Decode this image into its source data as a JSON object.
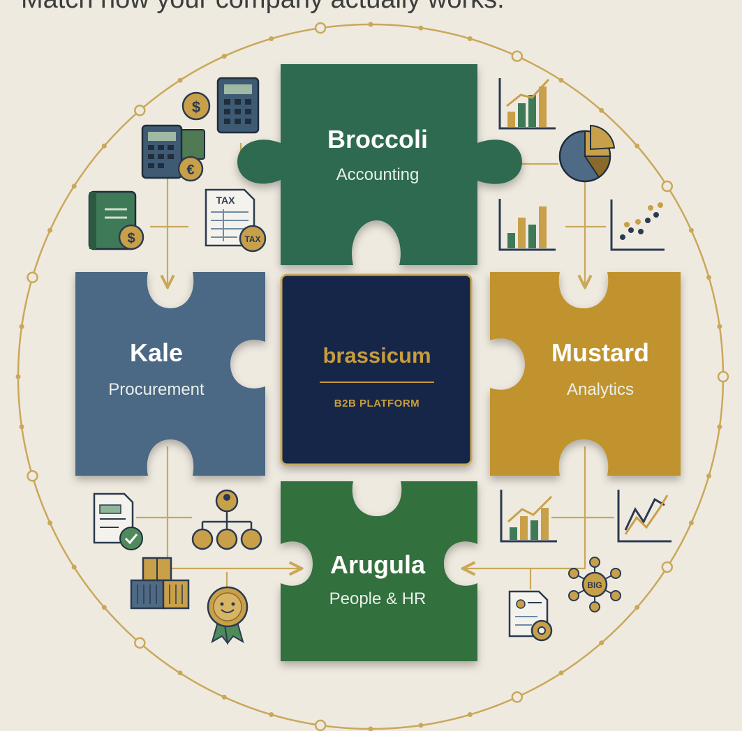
{
  "tagline": "Match how your company actually works.",
  "center": {
    "name": "brassicum",
    "subtitle": "B2B PLATFORM"
  },
  "modules": [
    {
      "key": "broccoli",
      "title": "Broccoli",
      "subtitle": "Accounting"
    },
    {
      "key": "kale",
      "title": "Kale",
      "subtitle": "Procurement"
    },
    {
      "key": "mustard",
      "title": "Mustard",
      "subtitle": "Analytics"
    },
    {
      "key": "arugula",
      "title": "Arugula",
      "subtitle": "People & HR"
    }
  ],
  "icon_labels": {
    "dollar": "$",
    "euro": "€",
    "tax_form": "TAX",
    "tax_badge": "TAX",
    "big_data": "BIG"
  },
  "colors": {
    "background": "#efeae0",
    "ring": "#c9a85a",
    "broccoli": "#2d6a4f",
    "kale": "#4b6785",
    "mustard": "#c1932e",
    "arugula": "#33703e",
    "center": "#17264a",
    "center_text": "#c89d3c"
  },
  "icons": [
    "dollar-coin-icon",
    "calculator-icon",
    "calculator-money-icon",
    "euro-coin-icon",
    "ledger-book-icon",
    "tax-form-icon",
    "bar-chart-trend-icon",
    "pie-chart-icon",
    "bar-chart-icon",
    "scatter-plot-icon",
    "invoice-check-icon",
    "org-chart-icon",
    "shipping-boxes-icon",
    "award-badge-icon",
    "line-chart-icon",
    "big-data-network-icon",
    "profile-settings-icon"
  ]
}
